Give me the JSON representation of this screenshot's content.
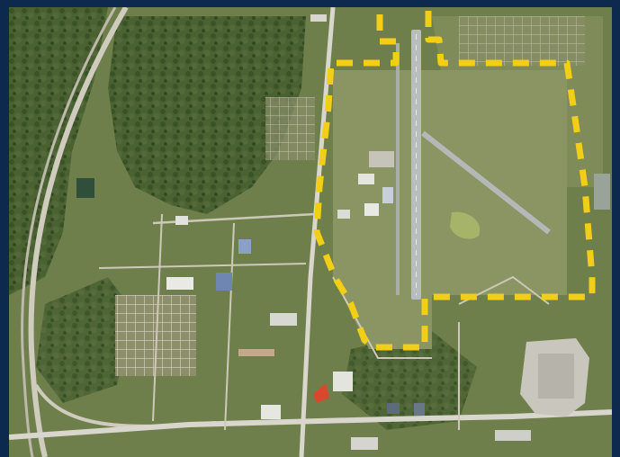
{
  "map": {
    "kind": "aerial-satellite-image",
    "overlay": {
      "type": "dashed-boundary",
      "meaning": "airport-property-boundary",
      "color": "#f2cf16"
    },
    "colors": {
      "frame": "#0d2a4e",
      "vegetation_dark": "#3e5a2b",
      "vegetation_light": "#7a8f56",
      "grass": "#8b9463",
      "runway": "#b9bdbe",
      "roads": "#d8d6cd",
      "red_building": "#d9472c"
    }
  }
}
